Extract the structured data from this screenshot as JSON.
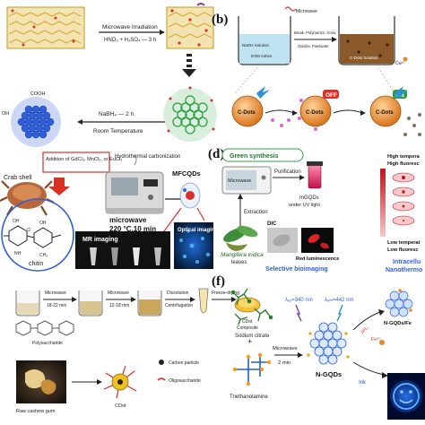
{
  "panel_a": {
    "step1_label": "Microwave Irradiation",
    "step1_reagent": "HNO₃ + H₂SO₄ — 3 h",
    "step2_reagent": "NaBH₄ — 2 h",
    "step2_condition": "Room Temperature",
    "oh_label": "OH",
    "cooh_label": "COOH",
    "colors": {
      "gold": "#d8a825",
      "red": "#d93025",
      "green": "#2ea043",
      "blue": "#2f5fd8"
    }
  },
  "panel_b": {
    "letter": "(b)",
    "microwave_label": "Microwave",
    "beaker1_label": "NaOH Solution",
    "beaker1_sub": "ESM Ashes",
    "process_label": "Break, Polymerize, Grow",
    "process_sub": "Oxidize, Passivate",
    "beaker2_label": "C-Dots Solution",
    "dot_label": "C-Dots",
    "off_label": "OFF",
    "on_label": "ON",
    "ion_label": "Cu²⁺",
    "colors": {
      "orange": "#e8892b",
      "brown": "#8b5a2b"
    }
  },
  "panel_c": {
    "crab_label": "Crab shell",
    "addition_label": "Addition of GdCl₃, MnCl₂, or EuCl₃",
    "hydro_label": "Hydrothermal carbonization",
    "microwave_label": "microwave",
    "condition_label": "220 °C,10 min",
    "product_label": "MFCQDs",
    "mr_label": "MR imaging",
    "optical_label": "Optical imaging",
    "chitin_label": "chitin",
    "oh": "OH",
    "o": "O",
    "nh": "NH",
    "ch3": "CH₃"
  },
  "panel_d": {
    "letter": "(d)",
    "green_synthesis": "Green synthesis",
    "microwave": "Microwave",
    "purification": "Purification",
    "mgqds": "mGQDs",
    "under_uv": "under UV light",
    "extraction": "Extraction",
    "plant_name": "Mangifera indica",
    "plant_sub": "leaves",
    "dic": "DIC",
    "red_lum": "Red luminescence",
    "selective": "Selective bioimaging",
    "high_temp": "High tempera",
    "high_fluor": "High fluoresc",
    "low_temp": "Low temperat",
    "low_fluor": "Low fluoresc",
    "intracell": "Intracellu",
    "nanotherm": "Nanothermo"
  },
  "panel_e": {
    "microwave1": "Microwave",
    "time1": "18-22 min",
    "microwave2": "Microwave",
    "time2": "12-18 min",
    "dissolution": "Dissolution",
    "centrifugation": "Centrifugation",
    "freeze": "Freeze-drying",
    "polysaccharide": "Polysaccharide",
    "cdot_composite_1": "CDot",
    "cdot_composite_2": "Composite",
    "cashew": "Raw cashew gum",
    "cdot": "CDot",
    "legend_carbon": "Carbon particle",
    "legend_oligo": "Oligosaccharide"
  },
  "panel_f": {
    "letter": "(f)",
    "lambda_ex": "λₑₓ=340 nm",
    "lambda_em": "λₑₘ=442 nm",
    "sodium": "Sodium citrate",
    "microwave": "Microwave",
    "time": "2 min",
    "ngqds": "N-GQDs",
    "ngqds_fe": "N-GQDs/Fe",
    "triethanol": "Triethanolamine",
    "ph": "pH↓",
    "fe": "Fe³⁺",
    "ink": "Ink"
  }
}
